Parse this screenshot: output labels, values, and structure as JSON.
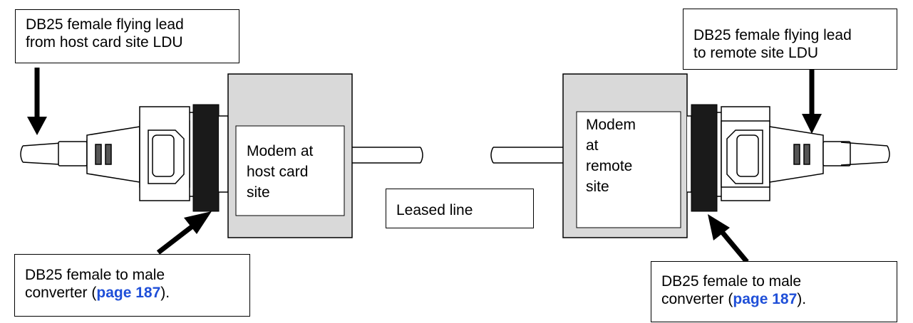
{
  "labels": {
    "host_lead": {
      "line1": "DB25 female flying lead",
      "line2": "from host card site LDU"
    },
    "remote_lead": {
      "line1": "DB25 female flying lead",
      "line2": "to remote site LDU"
    },
    "host_modem": {
      "line1": "Modem at",
      "line2": "host card",
      "line3": "site"
    },
    "remote_modem": {
      "line1": "Modem",
      "line2": "at",
      "line3": "remote",
      "line4": "site"
    },
    "leased_line": "Leased line",
    "host_converter": {
      "line1": "DB25 female to male",
      "prefix": "converter (",
      "link": "page 187",
      "suffix": ")."
    },
    "remote_converter": {
      "line1": "DB25 female to male",
      "prefix": "converter (",
      "link": "page 187",
      "suffix": ")."
    }
  },
  "colors": {
    "modem_fill": "#d9d9d9",
    "link": "#1f4fd8",
    "adapter": "#1a1a1a"
  }
}
